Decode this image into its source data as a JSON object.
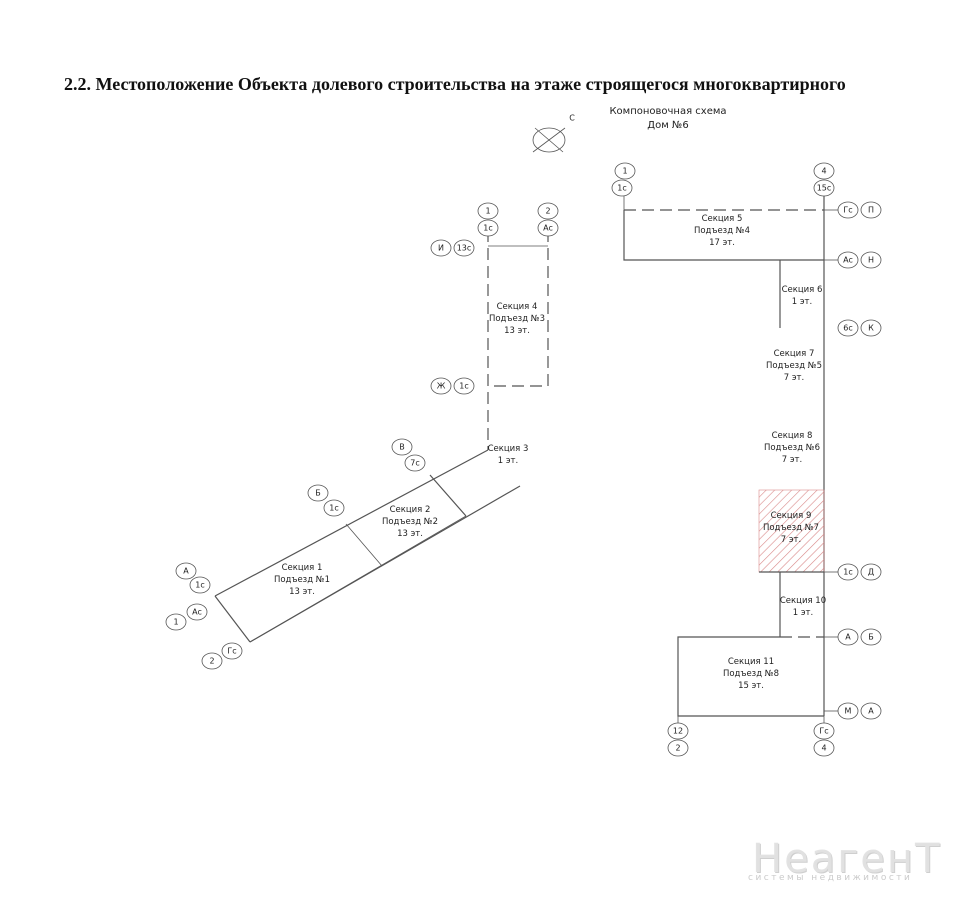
{
  "title": "2.2. Местоположение Объекта долевого строительства на этаже строящегося многоквартирного",
  "scheme": {
    "line1": "Компоновочная схема",
    "line2": "Дом №6"
  },
  "compass": "С",
  "sections": [
    {
      "id": "s1",
      "lines": [
        "Секция 1",
        "Подъезд №1",
        "13 эт."
      ]
    },
    {
      "id": "s2",
      "lines": [
        "Секция 2",
        "Подъезд №2",
        "13 эт."
      ]
    },
    {
      "id": "s3",
      "lines": [
        "Секция 3",
        "1 эт."
      ]
    },
    {
      "id": "s4",
      "lines": [
        "Секция 4",
        "Подъезд №3",
        "13 эт."
      ]
    },
    {
      "id": "s5",
      "lines": [
        "Секция 5",
        "Подъезд №4",
        "17 эт."
      ]
    },
    {
      "id": "s6",
      "lines": [
        "Секция 6",
        "1 эт."
      ]
    },
    {
      "id": "s7",
      "lines": [
        "Секция 7",
        "Подъезд №5",
        "7 эт."
      ]
    },
    {
      "id": "s8",
      "lines": [
        "Секция 8",
        "Подъезд №6",
        "7 эт."
      ]
    },
    {
      "id": "s9",
      "lines": [
        "Секция 9",
        "Подъезд №7",
        "7 эт."
      ],
      "highlight": true
    },
    {
      "id": "s10",
      "lines": [
        "Секция 10",
        "1 эт."
      ]
    },
    {
      "id": "s11",
      "lines": [
        "Секция 11",
        "Подъезд №8",
        "15 эт."
      ]
    }
  ],
  "markers": [
    "1",
    "1с",
    "4",
    "15с",
    "Гс",
    "П",
    "Ас",
    "Н",
    "6с",
    "К",
    "1с",
    "Д",
    "А",
    "Б",
    "М",
    "А",
    "12",
    "2",
    "Гс",
    "4",
    "1",
    "1с",
    "2",
    "Ас",
    "И",
    "13с",
    "Ж",
    "1с",
    "В",
    "7с",
    "Б",
    "1с",
    "А",
    "1с",
    "1",
    "Ас",
    "2",
    "Гс"
  ],
  "watermark": {
    "logo": "НеагенТ",
    "sub": "системы недвижимости"
  },
  "colors": {
    "line": "#555555",
    "highlight": "#d98a8a"
  }
}
